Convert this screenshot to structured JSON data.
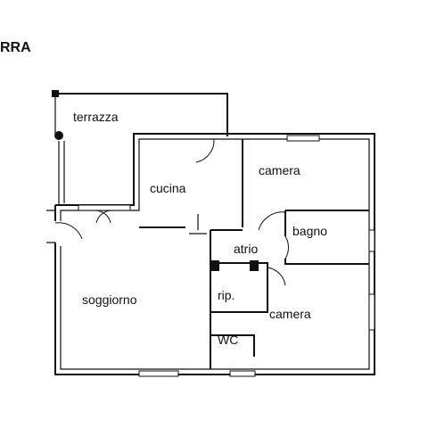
{
  "header": {
    "floor_label": "RRA"
  },
  "rooms": {
    "terrazza": "terrazza",
    "cucina": "cucina",
    "camera_top": "camera",
    "bagno": "bagno",
    "atrio": "atrio",
    "soggiorno": "soggiorno",
    "rip": "rip.",
    "camera_bottom": "camera",
    "wc": "WC"
  }
}
